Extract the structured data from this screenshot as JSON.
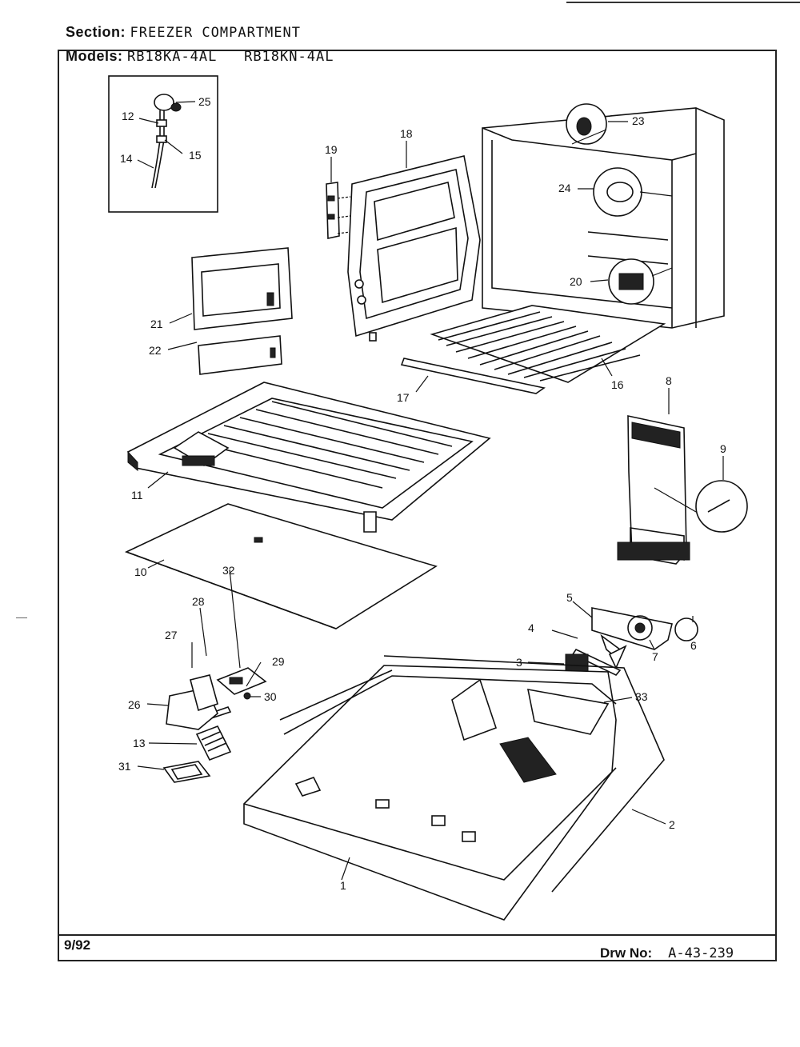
{
  "header": {
    "section_label": "Section:",
    "section_value": "FREEZER COMPARTMENT",
    "models_label": "Models:",
    "models_value": "RB18KA-4AL   RB18KN-4AL"
  },
  "footer": {
    "date": "9/92",
    "drawing_label": "Drw No:",
    "drawing_number": "A-43-239"
  },
  "callouts": {
    "c1": "1",
    "c2": "2",
    "c3": "3",
    "c4": "4",
    "c5": "5",
    "c6": "6",
    "c7": "7",
    "c8": "8",
    "c9": "9",
    "c10": "10",
    "c11": "11",
    "c12": "12",
    "c13": "13",
    "c14": "14",
    "c15": "15",
    "c16": "16",
    "c17": "17",
    "c18": "18",
    "c19": "19",
    "c20": "20",
    "c21": "21",
    "c22": "22",
    "c23": "23",
    "c24": "24",
    "c25": "25",
    "c26": "26",
    "c27": "27",
    "c28": "28",
    "c29": "29",
    "c30": "30",
    "c31": "31",
    "c32": "32",
    "c33": "33"
  }
}
